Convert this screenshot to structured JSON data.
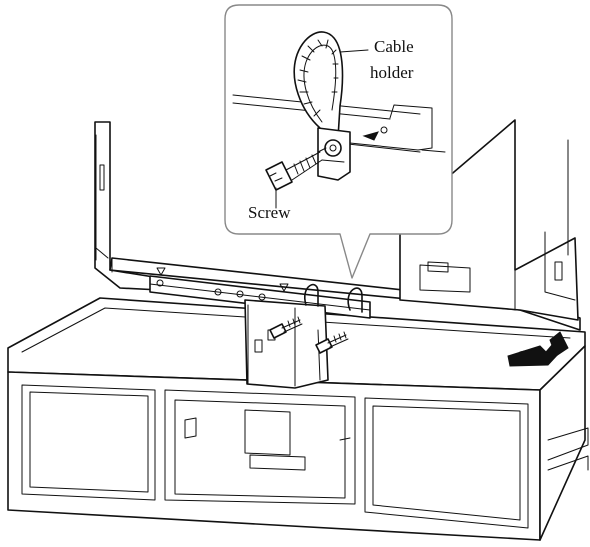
{
  "callout": {
    "cable_holder_line1": "Cable",
    "cable_holder_line2": "holder",
    "screw_label": "Screw"
  },
  "icons": {
    "hand": "hand-push-icon"
  }
}
